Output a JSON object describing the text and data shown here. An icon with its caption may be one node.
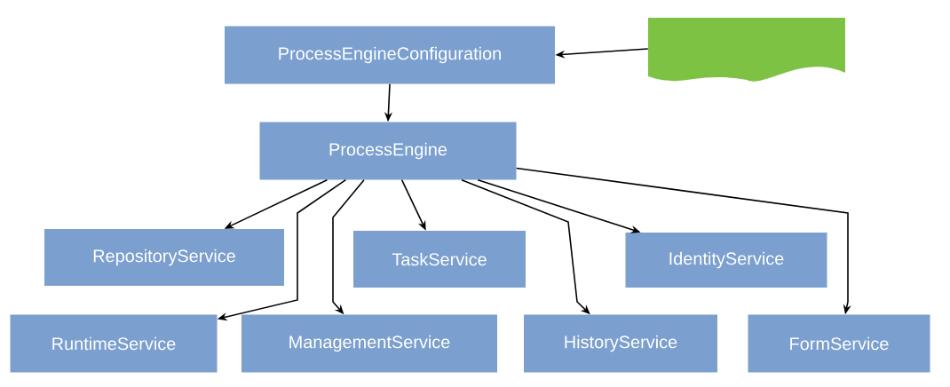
{
  "diagram": {
    "nodes": [
      {
        "text": [
          "ProcessEngineConfiguration"
        ]
      },
      {
        "text": [],
        "shape": "document"
      },
      {
        "text": [
          "ProcessEngine"
        ]
      },
      {
        "text": [
          "RepositoryService"
        ]
      },
      {
        "text": [
          "TaskService"
        ]
      },
      {
        "text": [
          "IdentityService"
        ]
      },
      {
        "text": [
          "RuntimeService"
        ]
      },
      {
        "text": [
          "ManagementService"
        ]
      },
      {
        "text": [
          "HistoryService"
        ]
      },
      {
        "text": [
          "FormService"
        ]
      }
    ],
    "edges": [
      {
        "from": 1,
        "to": 0,
        "arrow": "to"
      },
      {
        "from": 0,
        "to": 2,
        "arrow": "to"
      },
      {
        "from": 2,
        "to": 3,
        "arrow": "to"
      },
      {
        "from": 2,
        "to": 6,
        "arrow": "to"
      },
      {
        "from": 2,
        "to": 7,
        "arrow": "to"
      },
      {
        "from": 2,
        "to": 4,
        "arrow": "to"
      },
      {
        "from": 2,
        "to": 8,
        "arrow": "to"
      },
      {
        "from": 2,
        "to": 5,
        "arrow": "to"
      },
      {
        "from": 2,
        "to": 9,
        "arrow": "to"
      }
    ]
  }
}
